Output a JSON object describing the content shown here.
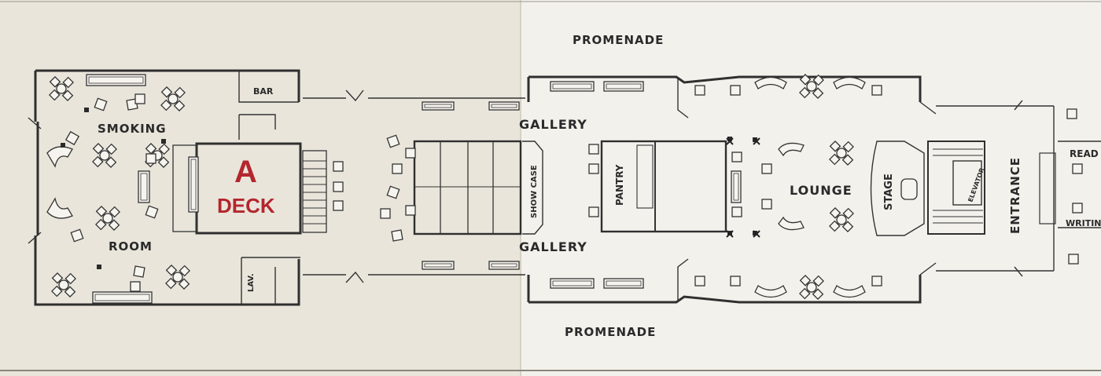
{
  "deck": {
    "letter": "A",
    "word": "DECK",
    "color": "#b3262d"
  },
  "rooms": {
    "promenade_top": "PROMENADE",
    "promenade_bottom": "PROMENADE",
    "smoking": "SMOKING",
    "room": "ROOM",
    "bar": "BAR",
    "lav": "LAV.",
    "gallery_top": "GALLERY",
    "gallery_bottom": "GALLERY",
    "show_case": "SHOW CASE",
    "pantry": "PANTRY",
    "lounge": "LOUNGE",
    "stage": "STAGE",
    "elevator": "ELEVATOR",
    "entrance": "ENTRANCE",
    "reading": "READ",
    "writing": "WRITIN"
  },
  "colors": {
    "paper_left": "#e9e5db",
    "paper_right": "#f1efea",
    "ink": "#2f2f2f"
  }
}
